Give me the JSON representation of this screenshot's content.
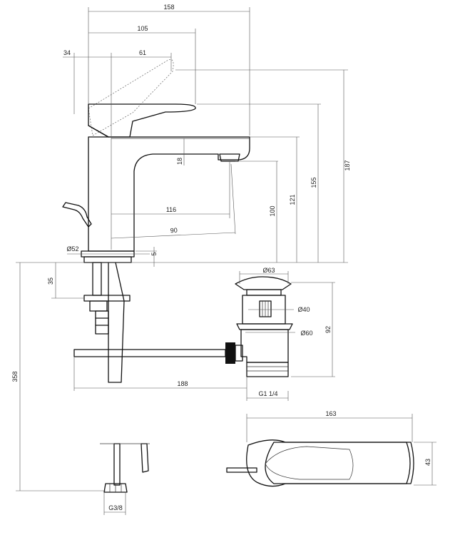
{
  "dimensions": {
    "d158": "158",
    "d105": "105",
    "d34": "34",
    "d61": "61",
    "d187": "187",
    "d155": "155",
    "d121": "121",
    "d100": "100",
    "d18": "18",
    "d116": "116",
    "d90": "90",
    "d52": "Ø52",
    "d5": "5",
    "d35": "35",
    "d358": "358",
    "d63": "Ø63",
    "d40": "Ø40",
    "d60": "Ø60",
    "d92": "92",
    "d188": "188",
    "dG114": "G1 1/4",
    "d163": "163",
    "d43": "43",
    "dG38": "G3/8"
  }
}
